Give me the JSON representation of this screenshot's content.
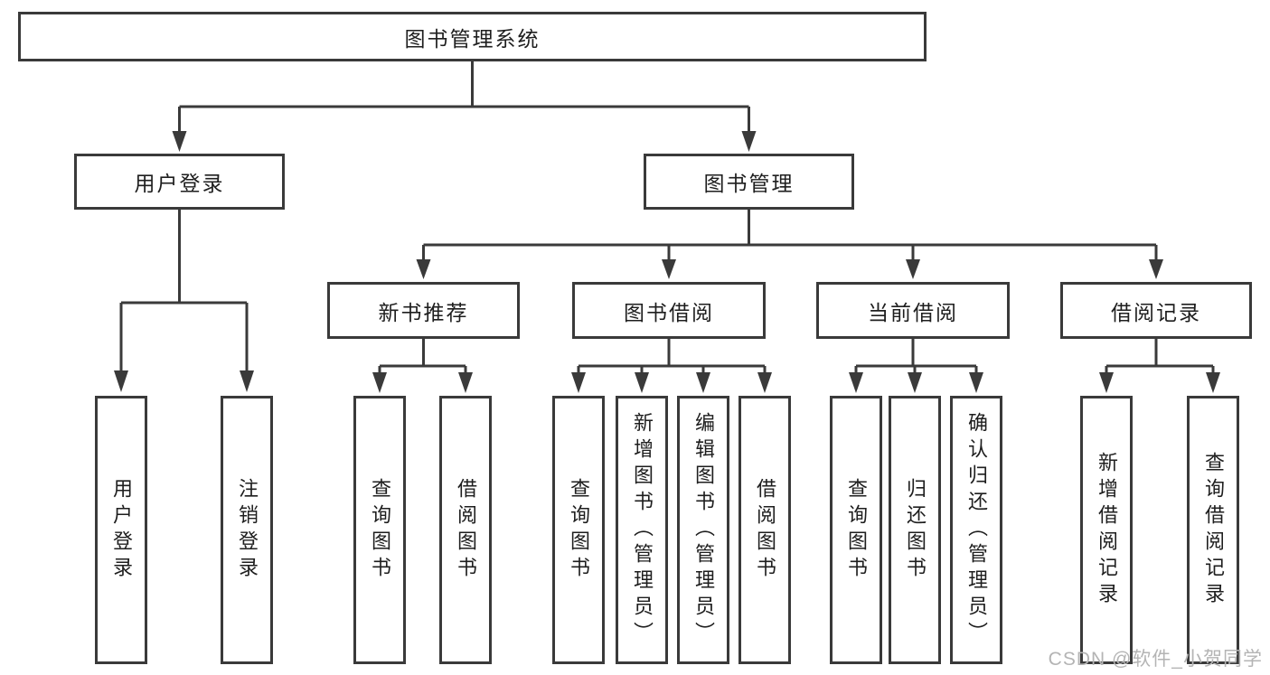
{
  "diagram": {
    "root": {
      "label": "图书管理系统"
    },
    "branches": [
      {
        "label": "用户登录",
        "children": [
          {
            "label": "用户登录"
          },
          {
            "label": "注销登录"
          }
        ]
      },
      {
        "label": "图书管理",
        "children": [
          {
            "label": "新书推荐",
            "children": [
              {
                "label": "查询图书"
              },
              {
                "label": "借阅图书"
              }
            ]
          },
          {
            "label": "图书借阅",
            "children": [
              {
                "label": "查询图书"
              },
              {
                "label": "新增图书（管理员）"
              },
              {
                "label": "编辑图书（管理员）"
              },
              {
                "label": "借阅图书"
              }
            ]
          },
          {
            "label": "当前借阅",
            "children": [
              {
                "label": "查询图书"
              },
              {
                "label": "归还图书"
              },
              {
                "label": "确认归还（管理员）"
              }
            ]
          },
          {
            "label": "借阅记录",
            "children": [
              {
                "label": "新增借阅记录"
              },
              {
                "label": "查询借阅记录"
              }
            ]
          }
        ]
      }
    ]
  },
  "watermark": {
    "text": "CSDN @软件_小贺同学"
  },
  "colors": {
    "line": "#3a3a3a",
    "text": "#1e1e1e",
    "watermark": "#b4b4b4",
    "background": "#ffffff"
  }
}
